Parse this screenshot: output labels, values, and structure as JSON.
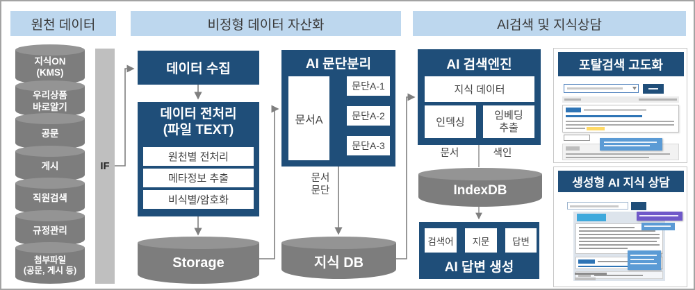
{
  "colors": {
    "navy": "#1f4e79",
    "header_blue": "#bdd7ee",
    "cylinder_gray": "#7d7d7d",
    "if_bar_gray": "#bfbfbf",
    "tooltip_blue": "#5b9bd5"
  },
  "headers": {
    "source": "원천 데이터",
    "asset": "비정형 데이터 자산화",
    "search": "AI검색 및 지식상담"
  },
  "source": {
    "if_label": "IF",
    "stack": [
      "지식ON\n(KMS)",
      "우리상품\n바로알기",
      "공문",
      "게시",
      "직원검색",
      "규정관리",
      "첨부파일\n(공문, 게시 등)"
    ]
  },
  "pipeline": {
    "collect": "데이터 수집",
    "preprocess_title": "데이터 전처리\n(파일 TEXT)",
    "preprocess_steps": [
      "원천별 전처리",
      "메타정보 추출",
      "비식별/암호화"
    ],
    "storage": "Storage",
    "split_title": "AI 문단분리",
    "document": "문서A",
    "chunks": [
      "문단A-1",
      "문단A-2",
      "문단A-3"
    ],
    "flow_label": "문서\n문단",
    "knowledge_db": "지식 DB"
  },
  "search": {
    "engine_title": "AI 검색엔진",
    "knowledge_data": "지식 데이터",
    "indexing": "인덱싱",
    "embedding": "임베딩\n추출",
    "doc_label": "문서",
    "index_label": "색인",
    "index_db": "IndexDB",
    "answer_title": "AI 답변 생성",
    "answer_steps": [
      "검색어",
      "지문",
      "답변"
    ]
  },
  "cards": {
    "portal_title": "포탈검색 고도화",
    "chat_title": "생성형 AI 지식 상담"
  }
}
